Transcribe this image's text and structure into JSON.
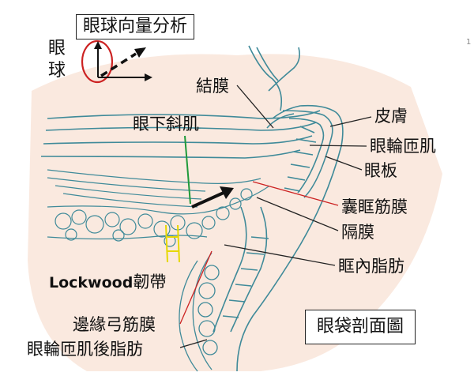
{
  "diagram": {
    "box_title": "眼球向量分析",
    "eyeball_label": "眼球",
    "caption": "眼袋剖面圖",
    "page_mark": "1",
    "labels": {
      "conjunctiva": "結膜",
      "skin": "皮膚",
      "inferior_oblique": "眼下斜肌",
      "orbicularis_oculi": "眼輪匝肌",
      "tarsal_plate": "眼板",
      "capsulopalpebral_fascia": "囊眶筋膜",
      "septum": "隔膜",
      "intraorbital_fat": "眶內脂肪",
      "lockwood_bold": "Lockwood",
      "lockwood_suffix": "韌帶",
      "arcus_marginalis": "邊緣弓筋膜",
      "soof": "眼輪匝肌後脂肪"
    },
    "colors": {
      "line_art": "#3f8a99",
      "skin_tint": "#f6d7c4",
      "red_oval": "#cc2222",
      "green_line": "#1f9a3a",
      "yellow_line": "#e6d800",
      "leader_dark": "#222222",
      "leader_red": "#cc2222"
    }
  }
}
